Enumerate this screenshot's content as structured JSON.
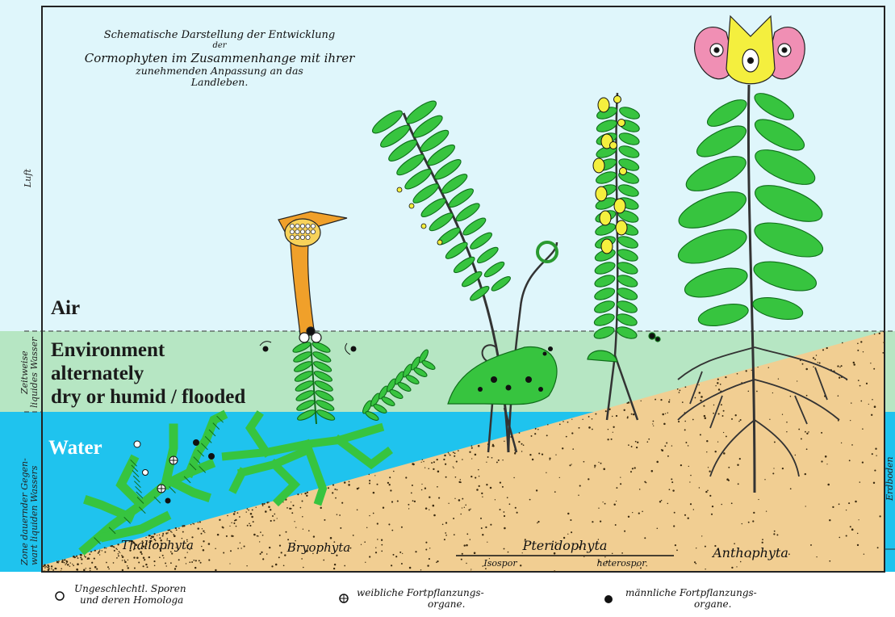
{
  "title_lines": [
    "Schematische Darstellung der Entwicklung",
    "der",
    "Cormophyten im Zusammenhange mit ihrer",
    "zunehmenden Anpassung an das",
    "Landleben."
  ],
  "zones": {
    "air": "Air",
    "mixed_line1": "Environment",
    "mixed_line2": "alternately",
    "mixed_line3": "dry or humid / flooded",
    "water": "Water"
  },
  "side_labels": {
    "luft": "Luft",
    "zeitweise_1": "Zeitweise",
    "zeitweise_2": "liquides Wasser",
    "zone_1": "Zone dauernder Gegen-",
    "zone_2": "wart liquiden Wassers",
    "erdboden": "Erdboden"
  },
  "groups": {
    "thallophyta": "Thallophyta",
    "bryophyta": "Bryophyta",
    "pteridophyta": "Pteridophyta",
    "isospor": "Isospor",
    "heterospor": "heterospor",
    "anthophyta": "Anthophyta"
  },
  "legend": {
    "spores_1": "Ungeschlechtl. Sporen",
    "spores_2": "und deren Homologa",
    "female_1": "weibliche Fortpflanzungs-",
    "female_2": "organe.",
    "male_1": "männliche Fortpflanzungs-",
    "male_2": "organe."
  },
  "colors": {
    "air": "#dff6fb",
    "transition": "#b6e6c3",
    "water": "#1fc3ee",
    "soil": "#f1ce92",
    "plant": "#2fc43a",
    "moss_sporophyte": "#f0a02a",
    "petal": "#f08fb4",
    "flower_center": "#f4ef3e"
  }
}
